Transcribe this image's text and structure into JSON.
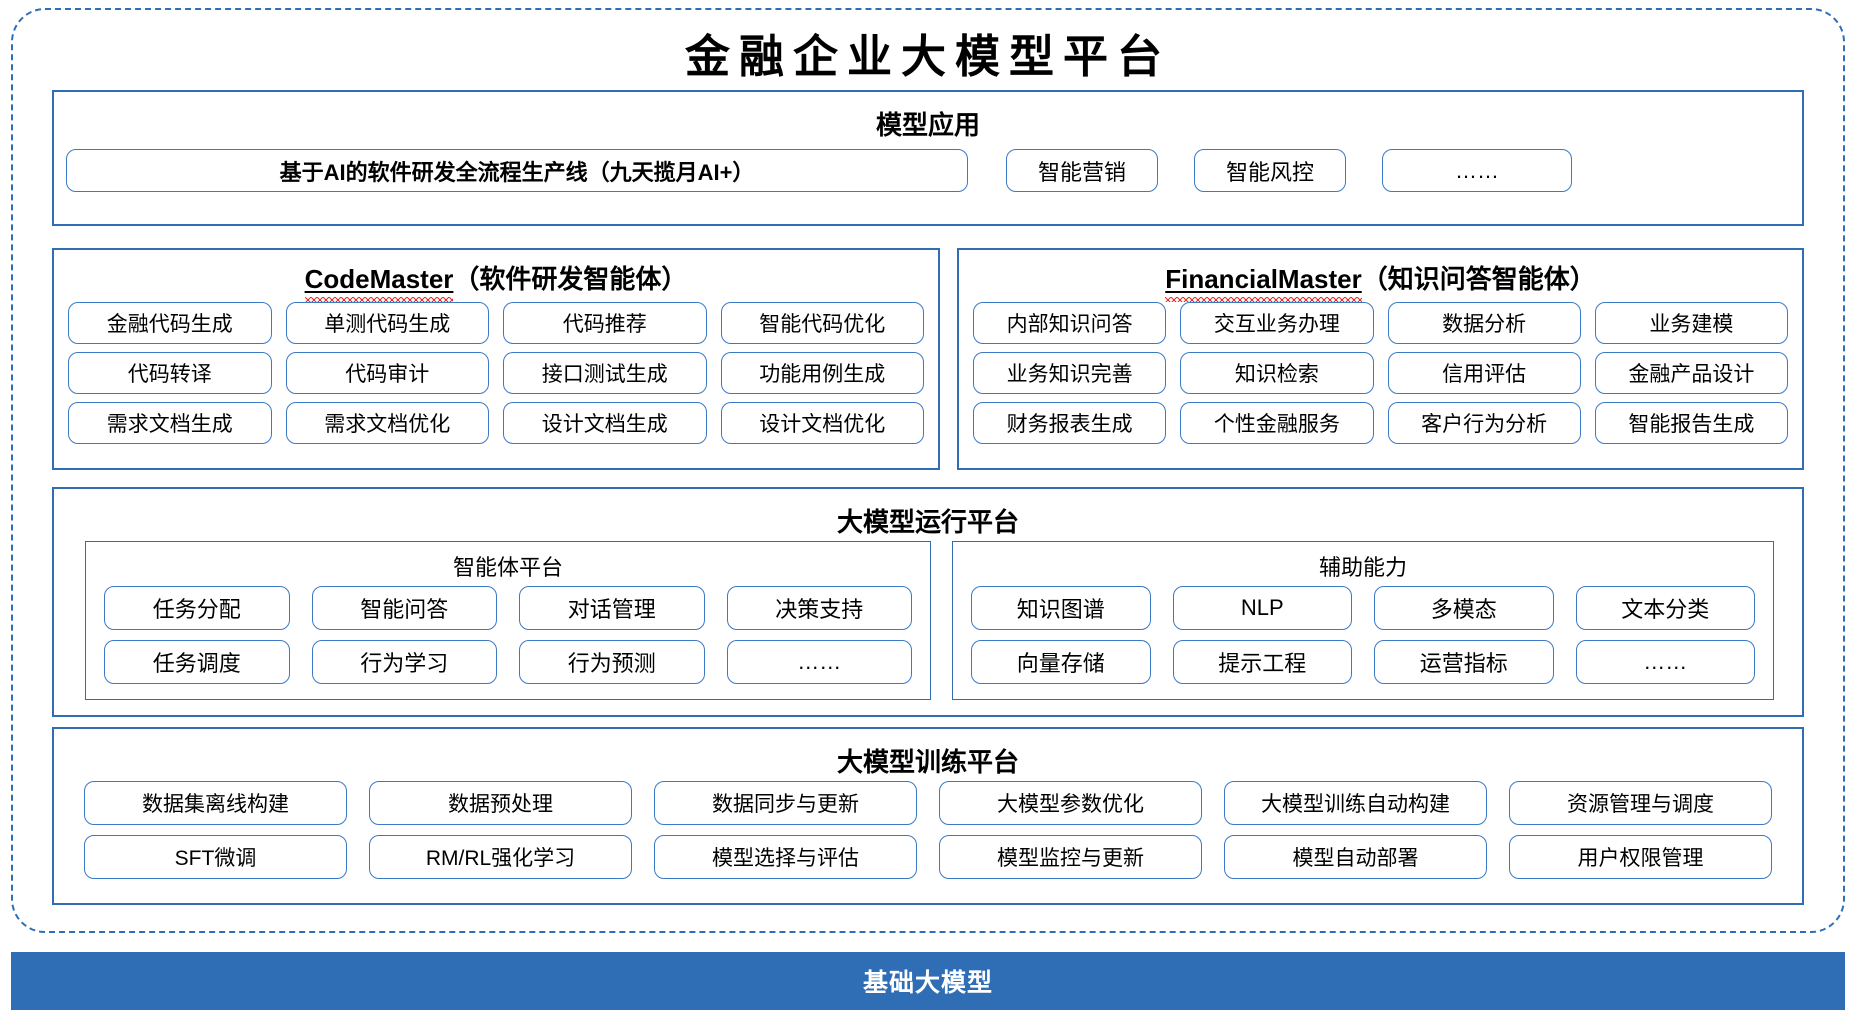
{
  "title": "金融企业大模型平台",
  "base_layer": {
    "label": "基础大模型"
  },
  "colors": {
    "frame_blue": "#2f6eb5",
    "pill_border": "#3a7ac4",
    "base_bar": "#2f6eb5",
    "spellcheck_red": "#e8322a",
    "text": "#000000",
    "base_bar_text": "#ffffff"
  },
  "sections": {
    "applications": {
      "title": "模型应用",
      "items": [
        "基于AI的软件研发全流程生产线（九天揽月AI+）",
        "智能营销",
        "智能风控",
        "……"
      ]
    },
    "codemaster": {
      "title_en": "CodeMaster",
      "title_cn": "（软件研发智能体）",
      "items": [
        "金融代码生成",
        "单测代码生成",
        "代码推荐",
        "智能代码优化",
        "代码转译",
        "代码审计",
        "接口测试生成",
        "功能用例生成",
        "需求文档生成",
        "需求文档优化",
        "设计文档生成",
        "设计文档优化"
      ]
    },
    "financialmaster": {
      "title_en": "FinancialMaster",
      "title_cn": "（知识问答智能体）",
      "items": [
        "内部知识问答",
        "交互业务办理",
        "数据分析",
        "业务建模",
        "业务知识完善",
        "知识检索",
        "信用评估",
        "金融产品设计",
        "财务报表生成",
        "个性金融服务",
        "客户行为分析",
        "智能报告生成"
      ]
    },
    "runtime": {
      "title": "大模型运行平台",
      "agent_platform": {
        "title": "智能体平台",
        "items": [
          "任务分配",
          "智能问答",
          "对话管理",
          "决策支持",
          "任务调度",
          "行为学习",
          "行为预测",
          "……"
        ]
      },
      "assist_capability": {
        "title": "辅助能力",
        "items": [
          "知识图谱",
          "NLP",
          "多模态",
          "文本分类",
          "向量存储",
          "提示工程",
          "运营指标",
          "……"
        ]
      }
    },
    "training": {
      "title": "大模型训练平台",
      "items": [
        "数据集离线构建",
        "数据预处理",
        "数据同步与更新",
        "大模型参数优化",
        "大模型训练自动构建",
        "资源管理与调度",
        "SFT微调",
        "RM/RL强化学习",
        "模型选择与评估",
        "模型监控与更新",
        "模型自动部署",
        "用户权限管理"
      ]
    }
  }
}
